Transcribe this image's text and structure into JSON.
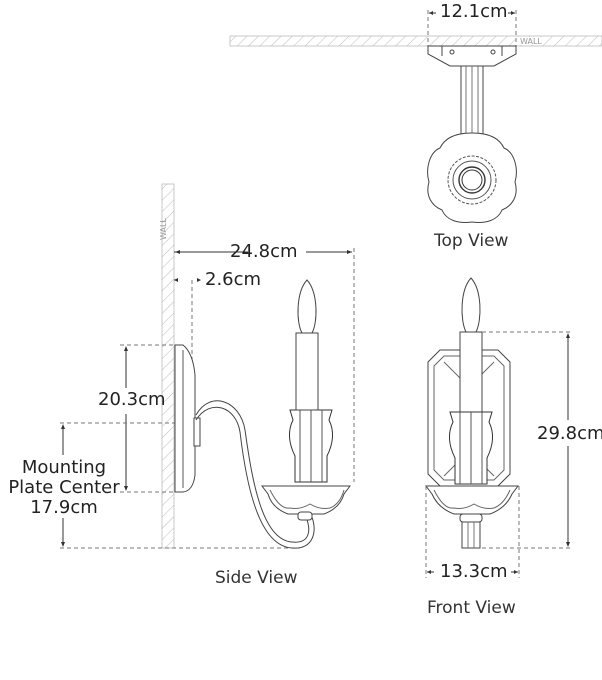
{
  "diagram": {
    "type": "wall sconce dimension drawing",
    "views": {
      "top": {
        "label": "Top View",
        "width": "12.1cm",
        "wall_label": "WALL"
      },
      "side": {
        "label": "Side View",
        "wall_label": "WALL",
        "projection": "24.8cm",
        "plate_depth": "2.6cm",
        "plate_height": "20.3cm",
        "mounting_label_line1": "Mounting",
        "mounting_label_line2": "Plate Center",
        "mounting_value": "17.9cm"
      },
      "front": {
        "label": "Front View",
        "height": "29.8cm",
        "width": "13.3cm"
      }
    },
    "colors": {
      "line": "#444444",
      "hatch": "#bbbbbb",
      "dash": "#777777",
      "text": "#222222"
    }
  }
}
